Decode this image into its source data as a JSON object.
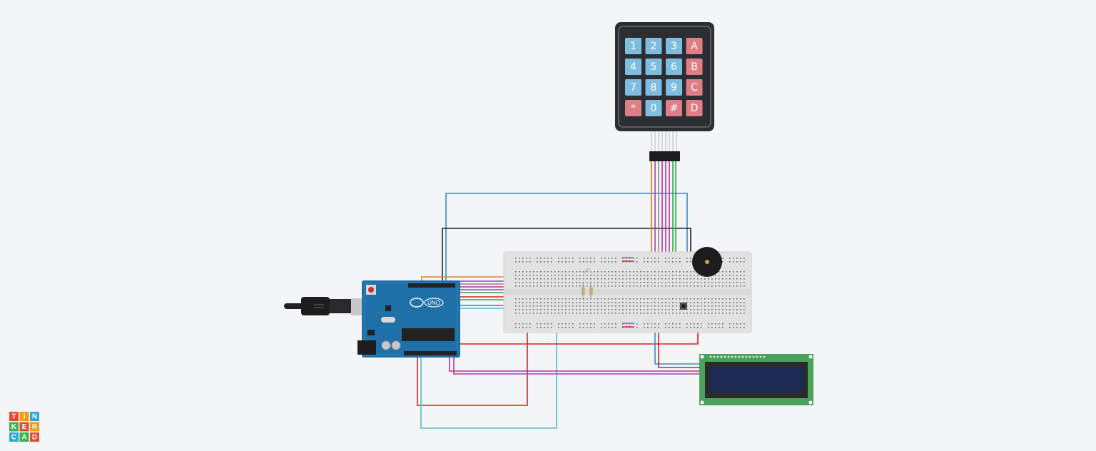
{
  "app": {
    "logo_letters": [
      "T",
      "I",
      "N",
      "K",
      "E",
      "R",
      "C",
      "A",
      "D"
    ]
  },
  "keypad": {
    "keys": [
      "1",
      "2",
      "3",
      "A",
      "4",
      "5",
      "6",
      "B",
      "7",
      "8",
      "9",
      "C",
      "*",
      "0",
      "#",
      "D"
    ],
    "colors": {
      "number": "#7fbde0",
      "letter": "#e07d85",
      "body": "#2b2f33"
    }
  },
  "arduino": {
    "label": "UNO",
    "color": "#1f6fa8"
  },
  "lcd": {
    "pcb_color": "#4aa35a",
    "screen_color": "#1c2a52"
  },
  "wire_colors": {
    "blue": "#2a90c8",
    "black": "#222222",
    "orange": "#e0861a",
    "red": "#d42323",
    "purple": "#a03fb0",
    "magenta": "#c22c8a",
    "green": "#2ea84a",
    "cyan": "#4fc0cf",
    "gray": "#8a8a8a"
  }
}
